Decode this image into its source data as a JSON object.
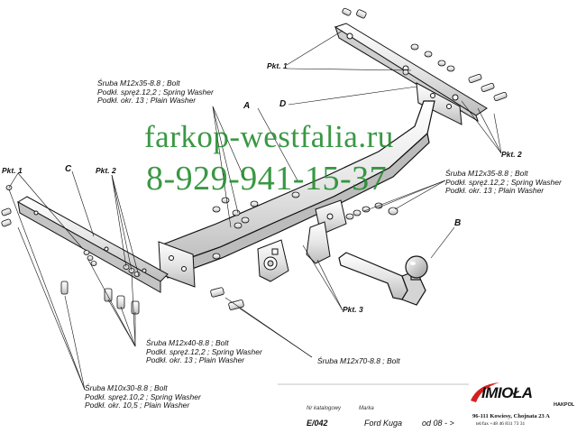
{
  "watermark": {
    "site": "farkop-westfalia.ru",
    "phone": "8-929-941-15-37"
  },
  "callouts": {
    "pkt1_top": "Pkt. 1",
    "pkt2_right": "Pkt. 2",
    "pkt1_left": "Pkt. 1",
    "pkt2_left": "Pkt. 2",
    "pkt3": "Pkt. 3",
    "A": "A",
    "B": "B",
    "C": "C",
    "D": "D"
  },
  "labels": {
    "bolt_top": [
      "Śruba M12x35-8.8 ;  Bolt",
      "Podkł. spręż.12,2 ; Spring Washer",
      "Podkł. okr. 13 ; Plain Washer"
    ],
    "bolt_right": [
      "Śruba M12x35-8.8 ;  Bolt",
      "Podkł. spręż.12,2 ; Spring Washer",
      "Podkł. okr. 13 ; Plain Washer"
    ],
    "bolt_mid": [
      "Śruba M12x40-8.8 ;  Bolt",
      "Podkł. spręż.12,2 ; Spring Washer",
      "Podkł. okr. 13 ; Plain Washer"
    ],
    "bolt_m70": [
      "Śruba M12x70-8.8 ;  Bolt"
    ],
    "bolt_bottom": [
      "Śruba M10x30-8.8 ;  Bolt",
      "Podkł. spręż.10,2 ; Spring Washer",
      "Podkł. okr. 10,5 ; Plain Washer"
    ]
  },
  "footer": {
    "catalog_label": "Nr katalogowy",
    "catalog_value": "E/042",
    "brand_label": "Marka",
    "model_value": "Ford Kuga",
    "from_value": "od  08 - >",
    "logo_text": "IMIOŁA",
    "logo_sub": "HAKPOL",
    "address": "96-111 Kowiesy, Chojnata 23 A",
    "phone": "tel/fax  +48 46 831 73 31"
  },
  "colors": {
    "watermark": "#1f8a2b",
    "logo_accent": "#d42020",
    "line": "#111111"
  }
}
